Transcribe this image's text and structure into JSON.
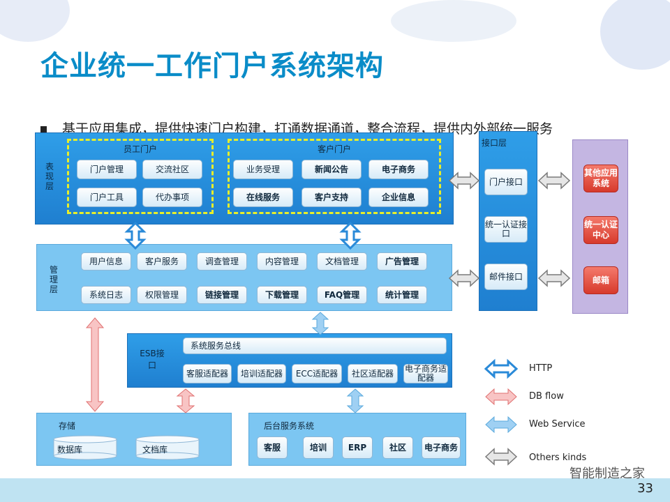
{
  "title": "企业统一工作门户系统架构",
  "bullet": "基于应用集成，提供快速门户构建，打通数据通道，整合流程，提供内外部统一服务",
  "presentation": {
    "label": "表现层",
    "employee_portal": {
      "label": "员工门户",
      "items": [
        "门户管理",
        "交流社区",
        "门户工具",
        "代办事项"
      ]
    },
    "customer_portal": {
      "label": "客户门户",
      "items": [
        "业务受理",
        "新闻公告",
        "电子商务",
        "在线服务",
        "客户支持",
        "企业信息"
      ]
    }
  },
  "interface_layer": {
    "label": "接口层",
    "items": [
      "门户接口",
      "统一认证接口",
      "邮件接口"
    ]
  },
  "external": {
    "items": [
      "其他应用系统",
      "统一认证中心",
      "邮箱"
    ]
  },
  "management": {
    "label": "管理层",
    "row1": [
      "用户信息",
      "客户服务",
      "调查管理",
      "内容管理",
      "文档管理",
      "广告管理"
    ],
    "row2": [
      "系统日志",
      "权限管理",
      "链接管理",
      "下载管理",
      "FAQ管理",
      "统计管理"
    ]
  },
  "esb": {
    "label": "ESB接口",
    "bus": "系统服务总线",
    "adapters": [
      "客服适配器",
      "培训适配器",
      "ECC适配器",
      "社区适配器",
      "电子商务适配器"
    ]
  },
  "storage": {
    "label": "存储",
    "items": [
      "数据库",
      "文档库"
    ]
  },
  "backend": {
    "label": "后台服务系统",
    "items": [
      "客服",
      "培训",
      "ERP",
      "社区",
      "电子商务"
    ]
  },
  "legend": [
    {
      "label": "HTTP",
      "color": "#2a8ad8"
    },
    {
      "label": "DB flow",
      "color": "#f08a8a"
    },
    {
      "label": "Web Service",
      "color": "#8cc4ef"
    },
    {
      "label": "Others kinds",
      "color": "#8c8c8c"
    }
  ],
  "watermark": "智能制造之家",
  "page_number": "33"
}
